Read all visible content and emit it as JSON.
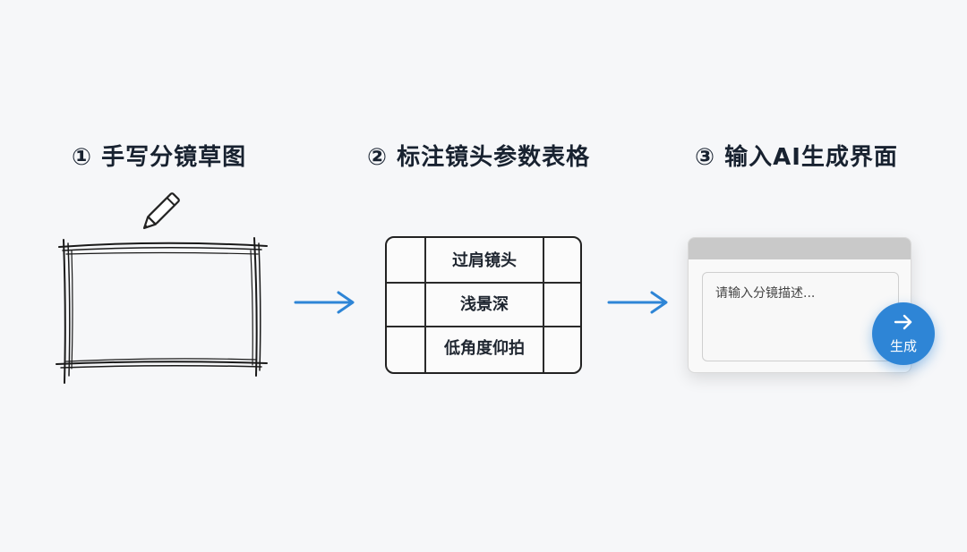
{
  "steps": [
    {
      "title": "① 手写分镜草图"
    },
    {
      "title": "② 标注镜头参数表格"
    },
    {
      "title": "③ 输入AI生成界面"
    }
  ],
  "table": {
    "rows": [
      "过肩镜头",
      "浅景深",
      "低角度仰拍"
    ]
  },
  "ui": {
    "input_placeholder": "请输入分镜描述...",
    "generate_label": "生成"
  },
  "colors": {
    "background": "#f6f7f9",
    "accent_blue": "#2e85d6",
    "ink": "#1d2530"
  },
  "icons": {
    "pencil": "pencil-icon",
    "arrow_right": "arrow-right-icon"
  }
}
